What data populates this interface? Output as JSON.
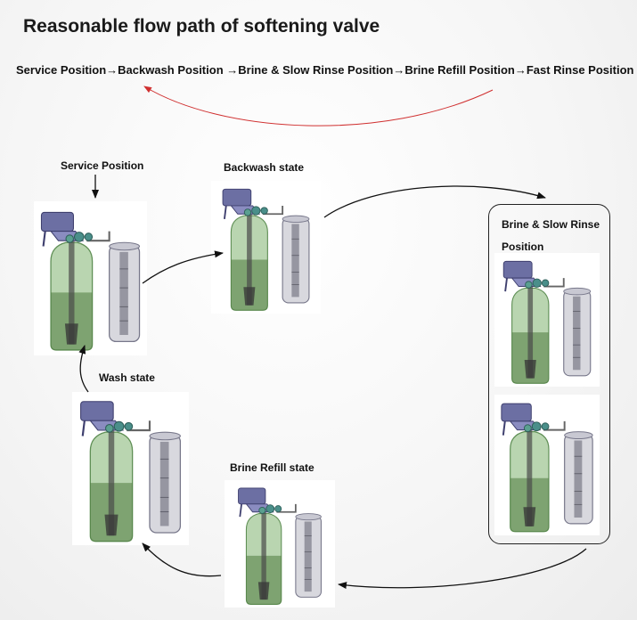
{
  "title": "Reasonable flow path of softening valve",
  "sequence": "Service Position→Backwash Position →Brine & Slow Rinse Position→Brine Refill Position→Fast Rinse Position",
  "stages": {
    "service": "Service Position",
    "backwash": "Backwash state",
    "brine_slow_rinse": "Brine & Slow Rinse Position",
    "brine_refill": "Brine Refill state",
    "wash": "Wash state"
  },
  "colors": {
    "return_arrow": "#d03030",
    "valve_head": "#6c6fa3",
    "resin_tank": "#7fb270",
    "brine_tank": "#a9a9b6"
  }
}
